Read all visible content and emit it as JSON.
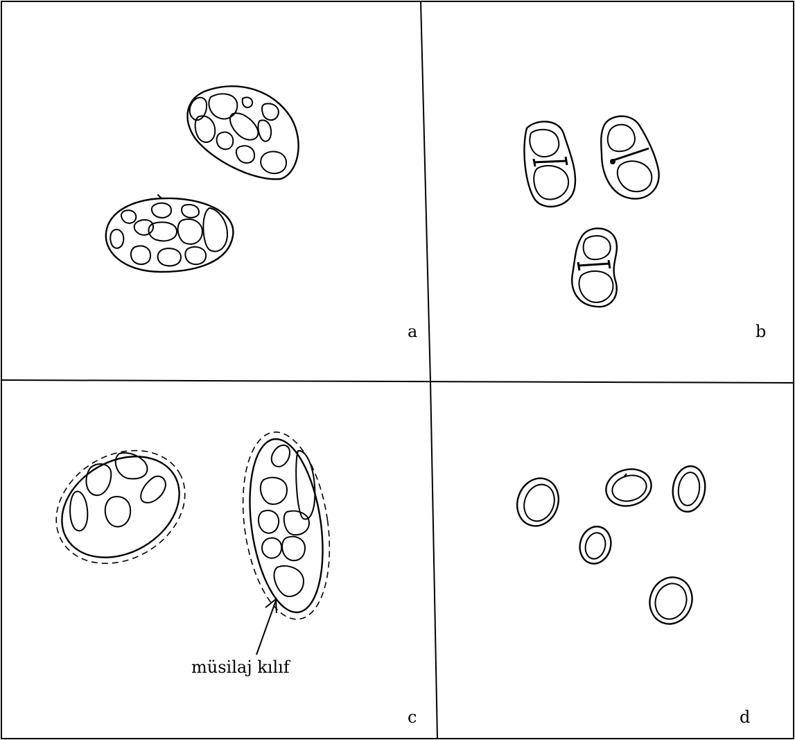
{
  "panels": {
    "a": {
      "label": "a"
    },
    "b": {
      "label": "b"
    },
    "c": {
      "label": "c",
      "annotation": "müsilaj kılıf"
    },
    "d": {
      "label": "d"
    }
  },
  "colors": {
    "ink": "#000000",
    "paper": "#ffffff"
  }
}
